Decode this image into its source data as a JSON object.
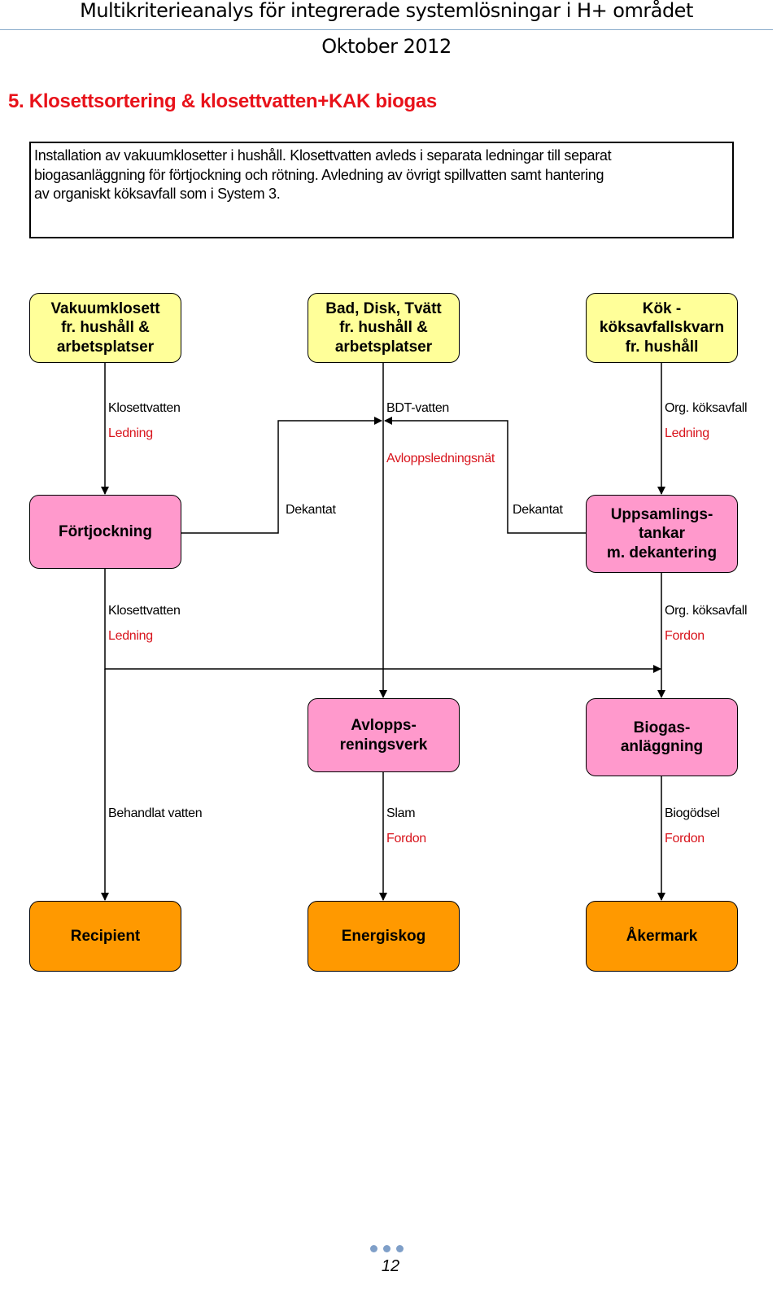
{
  "header": {
    "title": "Multikriterieanalys för integrerade systemlösningar i H+ området",
    "date": "Oktober 2012"
  },
  "section_heading": "5. Klosettsortering & klosettvatten+KAK biogas",
  "description": [
    "Installation av vakuumklosetter i hushåll. Klosettvatten avleds i separata ledningar till separat",
    "biogasanläggning för förtjockning och rötning. Avledning av övrigt spillvatten samt hantering",
    "av organiskt köksavfall som i System 3."
  ],
  "nodes": {
    "vakuum": [
      "Vakuumklosett",
      "fr. hushåll &",
      "arbetsplatser"
    ],
    "bdt": [
      "Bad, Disk, Tvätt",
      "fr. hushåll &",
      "arbetsplatser"
    ],
    "kok": [
      "Kök -",
      "köksavfallskvarn",
      "fr. hushåll"
    ],
    "fortjockning": [
      "Förtjockning"
    ],
    "uppsamling": [
      "Uppsamlings-",
      "tankar",
      "m. dekantering"
    ],
    "avlopp": [
      "Avlopps-",
      "reningsverk"
    ],
    "biogas": [
      "Biogas-",
      "anläggning"
    ],
    "recipient": [
      "Recipient"
    ],
    "energiskog": [
      "Energiskog"
    ],
    "akermark": [
      "Åkermark"
    ]
  },
  "edges": {
    "e1": {
      "flow": "Klosettvatten",
      "mode": "Ledning"
    },
    "e2": {
      "flow": "BDT-vatten",
      "mode": "Avloppsledningsnät"
    },
    "e3": {
      "flow": "Org. köksavfall",
      "mode": "Ledning"
    },
    "e4": {
      "flow": "Dekantat"
    },
    "e5": {
      "flow": "Dekantat"
    },
    "e6": {
      "flow": "Klosettvatten",
      "mode": "Ledning"
    },
    "e7": {
      "flow": "Org. köksavfall",
      "mode": "Fordon"
    },
    "e8": {
      "flow": "Behandlat vatten"
    },
    "e9": {
      "flow": "Slam",
      "mode": "Fordon"
    },
    "e10": {
      "flow": "Biogödsel",
      "mode": "Fordon"
    }
  },
  "page_number": "12",
  "colors": {
    "source": "#ffff99",
    "process": "#ff99cc",
    "sink": "#ff9900",
    "heading": "#e8121a",
    "mode": "#d8141c"
  }
}
